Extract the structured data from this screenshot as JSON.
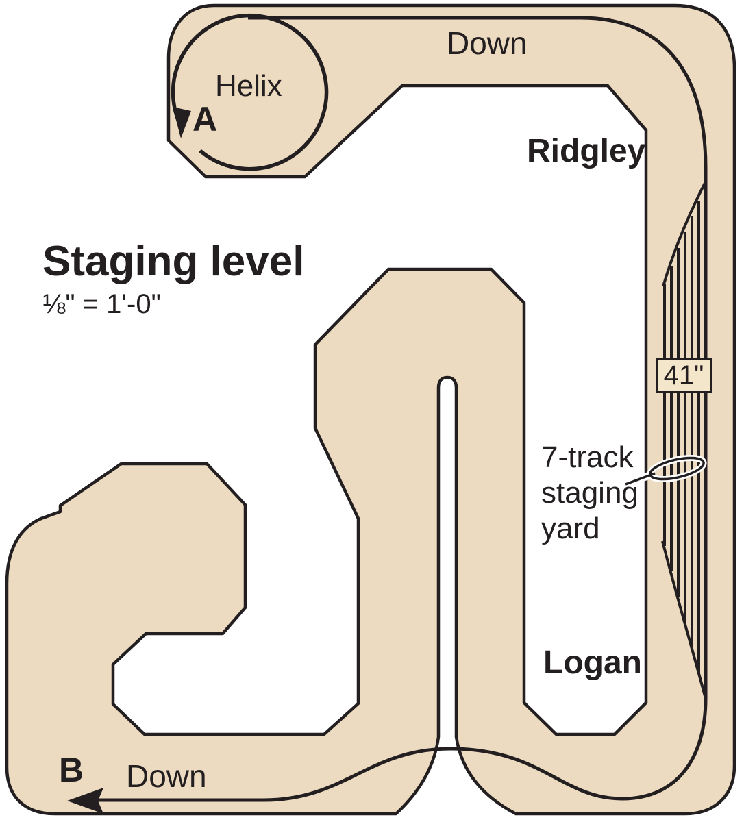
{
  "title": {
    "text": "Staging level",
    "scale": "⅛\" = 1'-0\""
  },
  "stations": {
    "ridgley": "Ridgley",
    "logan": "Logan"
  },
  "annotations": {
    "helix": "Helix",
    "point_a": "A",
    "point_b": "B",
    "down_top": "Down",
    "down_bottom": "Down",
    "yard_label": "7-track staging yard",
    "height_badge": "41\""
  },
  "facts": {
    "staging_track_count": 7,
    "deck_height_inches": 41
  },
  "colors": {
    "benchwork": "#ecdbc1",
    "line": "#231f20",
    "badge_fill": "#f3e6ca",
    "background": "#ffffff"
  }
}
